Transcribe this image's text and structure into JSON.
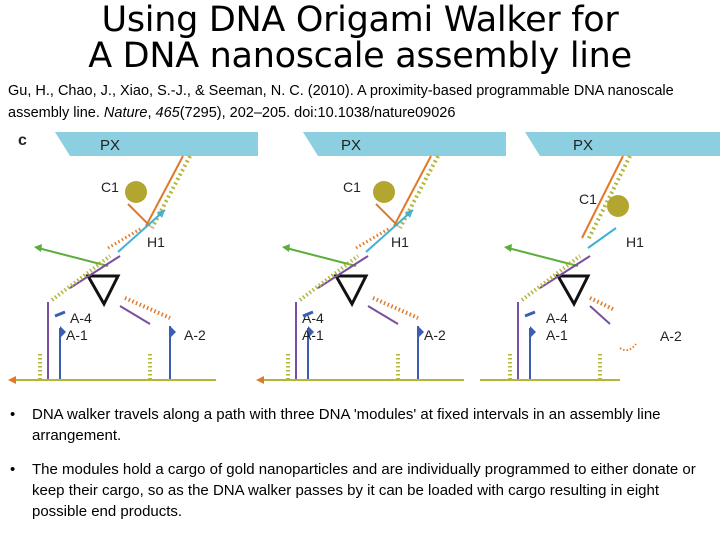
{
  "slide": {
    "title_line1": "Using DNA Origami Walker for",
    "title_line2": "A DNA nanoscale assembly line",
    "citation": {
      "authors": "Gu, H., Chao, J., Xiao, S.-J., & Seeman, N. C. (2010). A proximity-based programmable DNA nanoscale assembly line. ",
      "journal": "Nature",
      "volume": "465",
      "rest": "(7295), 202–205. doi:10.1038/nature09026"
    },
    "bullets": [
      "DNA walker travels along a path with three DNA 'modules' at fixed intervals in an assembly line arrangement.",
      " The modules hold a cargo of gold nanoparticles and are individually programmed to either donate or keep their cargo, so as the DNA walker passes by it can be loaded with cargo resulting in eight possible end products."
    ],
    "bullet_char": "•"
  },
  "figure": {
    "panel_label": "c",
    "labels": {
      "px": "PX",
      "c1": "C1",
      "h1": "H1",
      "a4": "A-4",
      "a1": "A-1",
      "a2": "A-2"
    },
    "colors": {
      "px_bar": "#8ccfe0",
      "gold": "#b3a630",
      "walker": "#7b4fa0",
      "orange": "#e07a2a",
      "blue": "#3a5fb0",
      "green": "#5bae3c",
      "cyan": "#3fb0d8",
      "olive": "#b2b63a"
    }
  }
}
